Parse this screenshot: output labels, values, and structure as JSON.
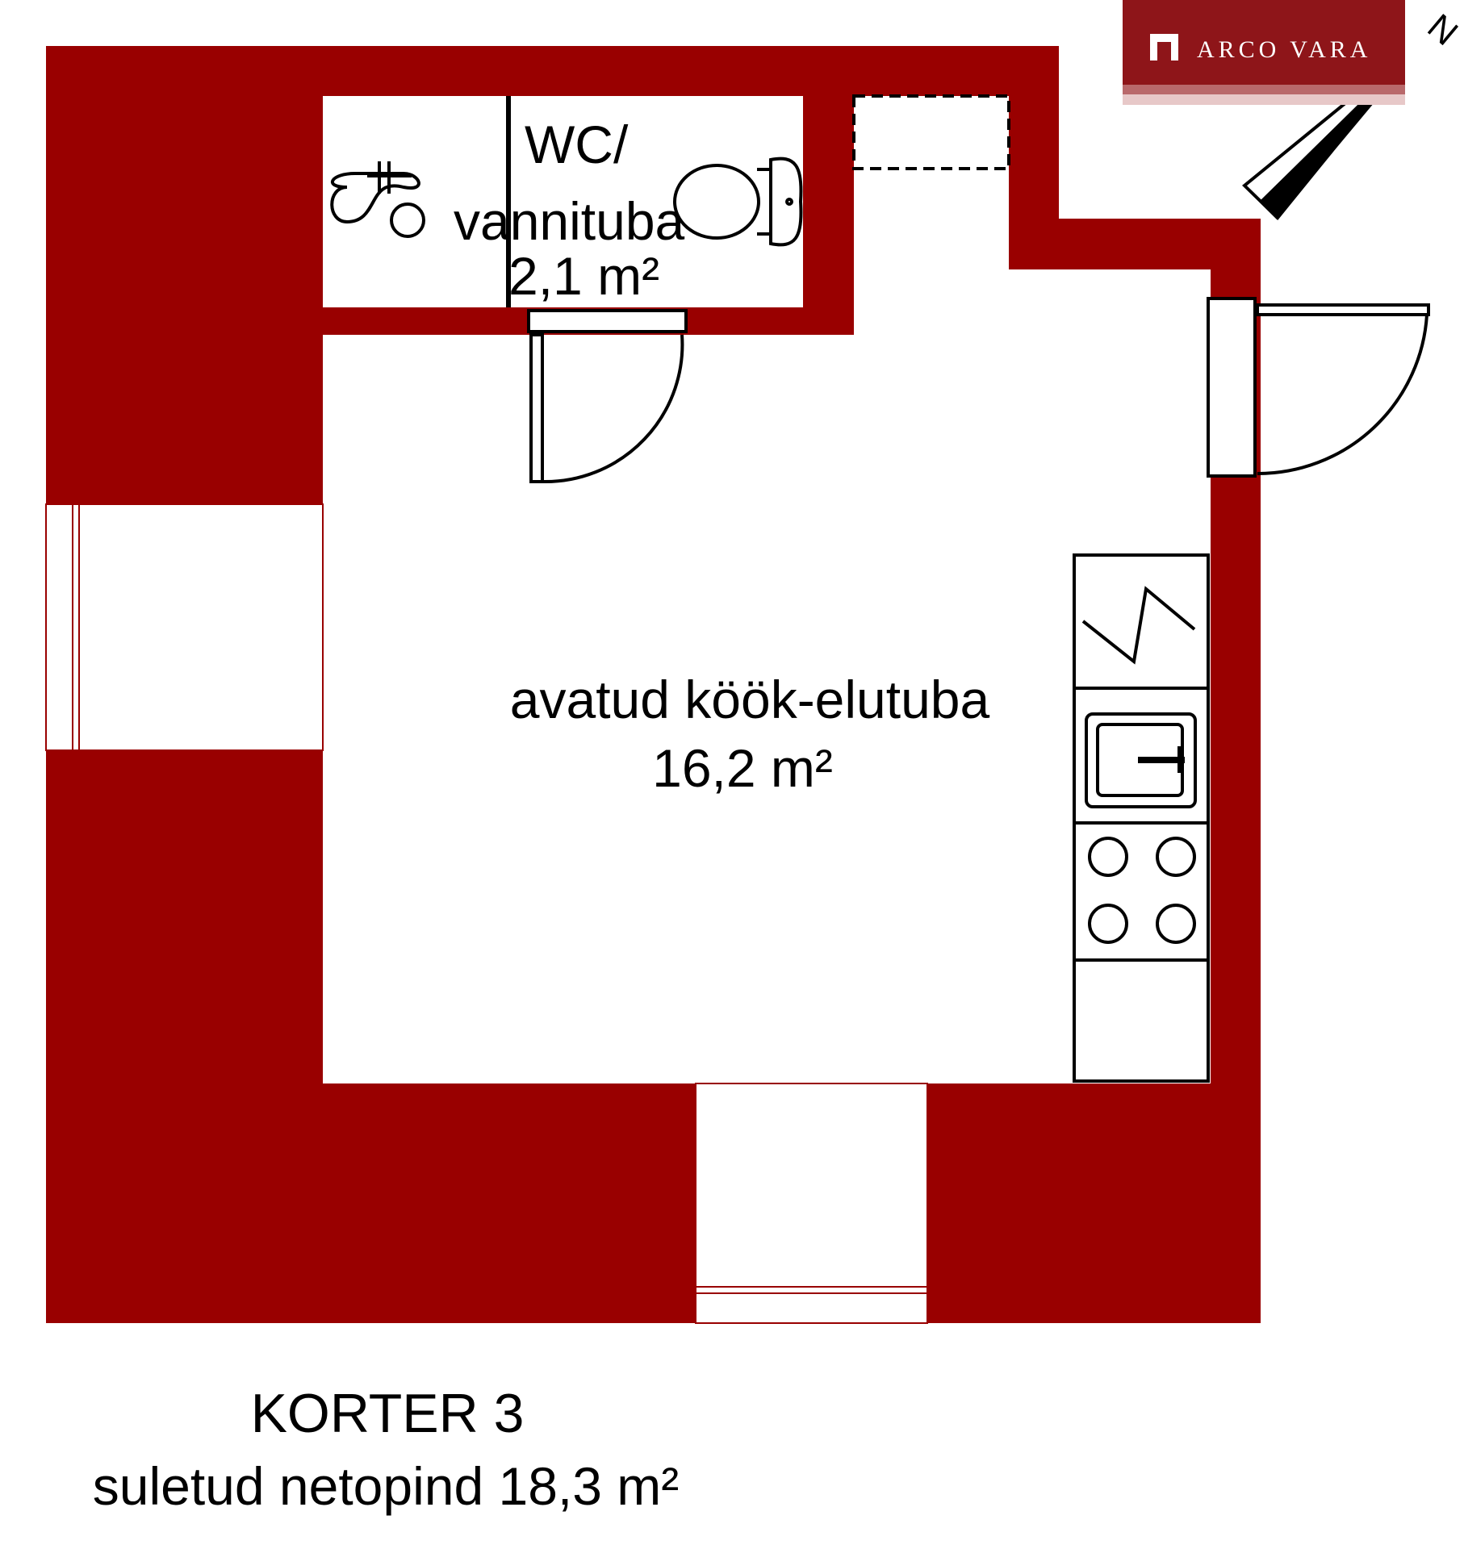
{
  "brand": {
    "name": "ARCO VARA",
    "color": "#8e1519"
  },
  "compass": {
    "label": "N",
    "icon": "north-arrow-icon"
  },
  "colors": {
    "wall": "#990000",
    "line": "#000000",
    "floor": "#ffffff"
  },
  "rooms": {
    "bathroom": {
      "name_line1": "WC/",
      "name_line2": "vannituba",
      "area": "2,1 m²"
    },
    "living": {
      "name": "avatud köök-elutuba",
      "area": "16,2 m²"
    }
  },
  "fixtures": [
    "sink-icon",
    "toilet-icon",
    "stove-icon",
    "kitchen-sink-icon",
    "cooktop-icon"
  ],
  "footer": {
    "apartment": "KORTER 3",
    "net_area": "suletud netopind 18,3 m²"
  }
}
